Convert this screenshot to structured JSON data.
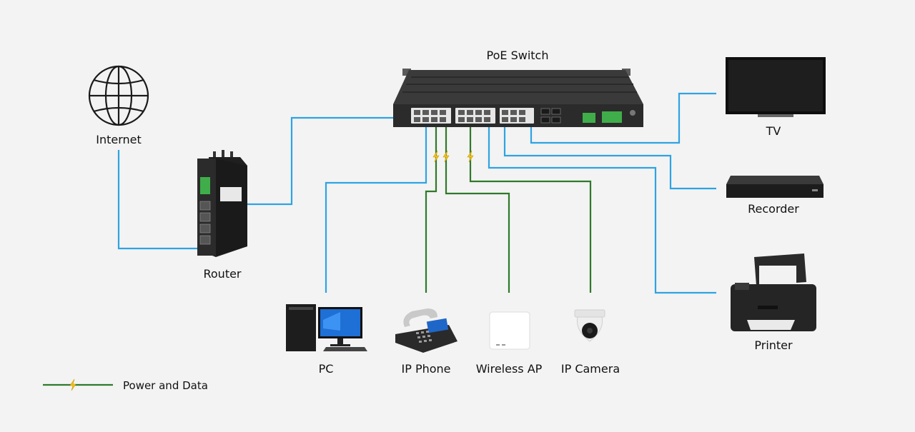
{
  "colors": {
    "data_link": "#2ea3e3",
    "power_data_link": "#2f7a2a",
    "bolt": "#f2c318",
    "device_dark": "#2b2b2b",
    "background": "#f3f3f3"
  },
  "labels": {
    "switch": "PoE Switch",
    "internet": "Internet",
    "router": "Router",
    "tv": "TV",
    "recorder": "Recorder",
    "printer": "Printer",
    "pc": "PC",
    "ip_phone": "IP Phone",
    "wireless_ap": "Wireless AP",
    "ip_camera": "IP Camera"
  },
  "legend": {
    "power_and_data": "Power and Data"
  },
  "icons": {
    "internet": "globe-icon",
    "switch": "poe-switch-icon",
    "router": "router-icon",
    "tv": "tv-icon",
    "recorder": "recorder-icon",
    "printer": "printer-icon",
    "pc": "pc-icon",
    "ip_phone": "ip-phone-icon",
    "wireless_ap": "wireless-ap-icon",
    "ip_camera": "ip-camera-icon",
    "bolt": "lightning-bolt-icon"
  }
}
